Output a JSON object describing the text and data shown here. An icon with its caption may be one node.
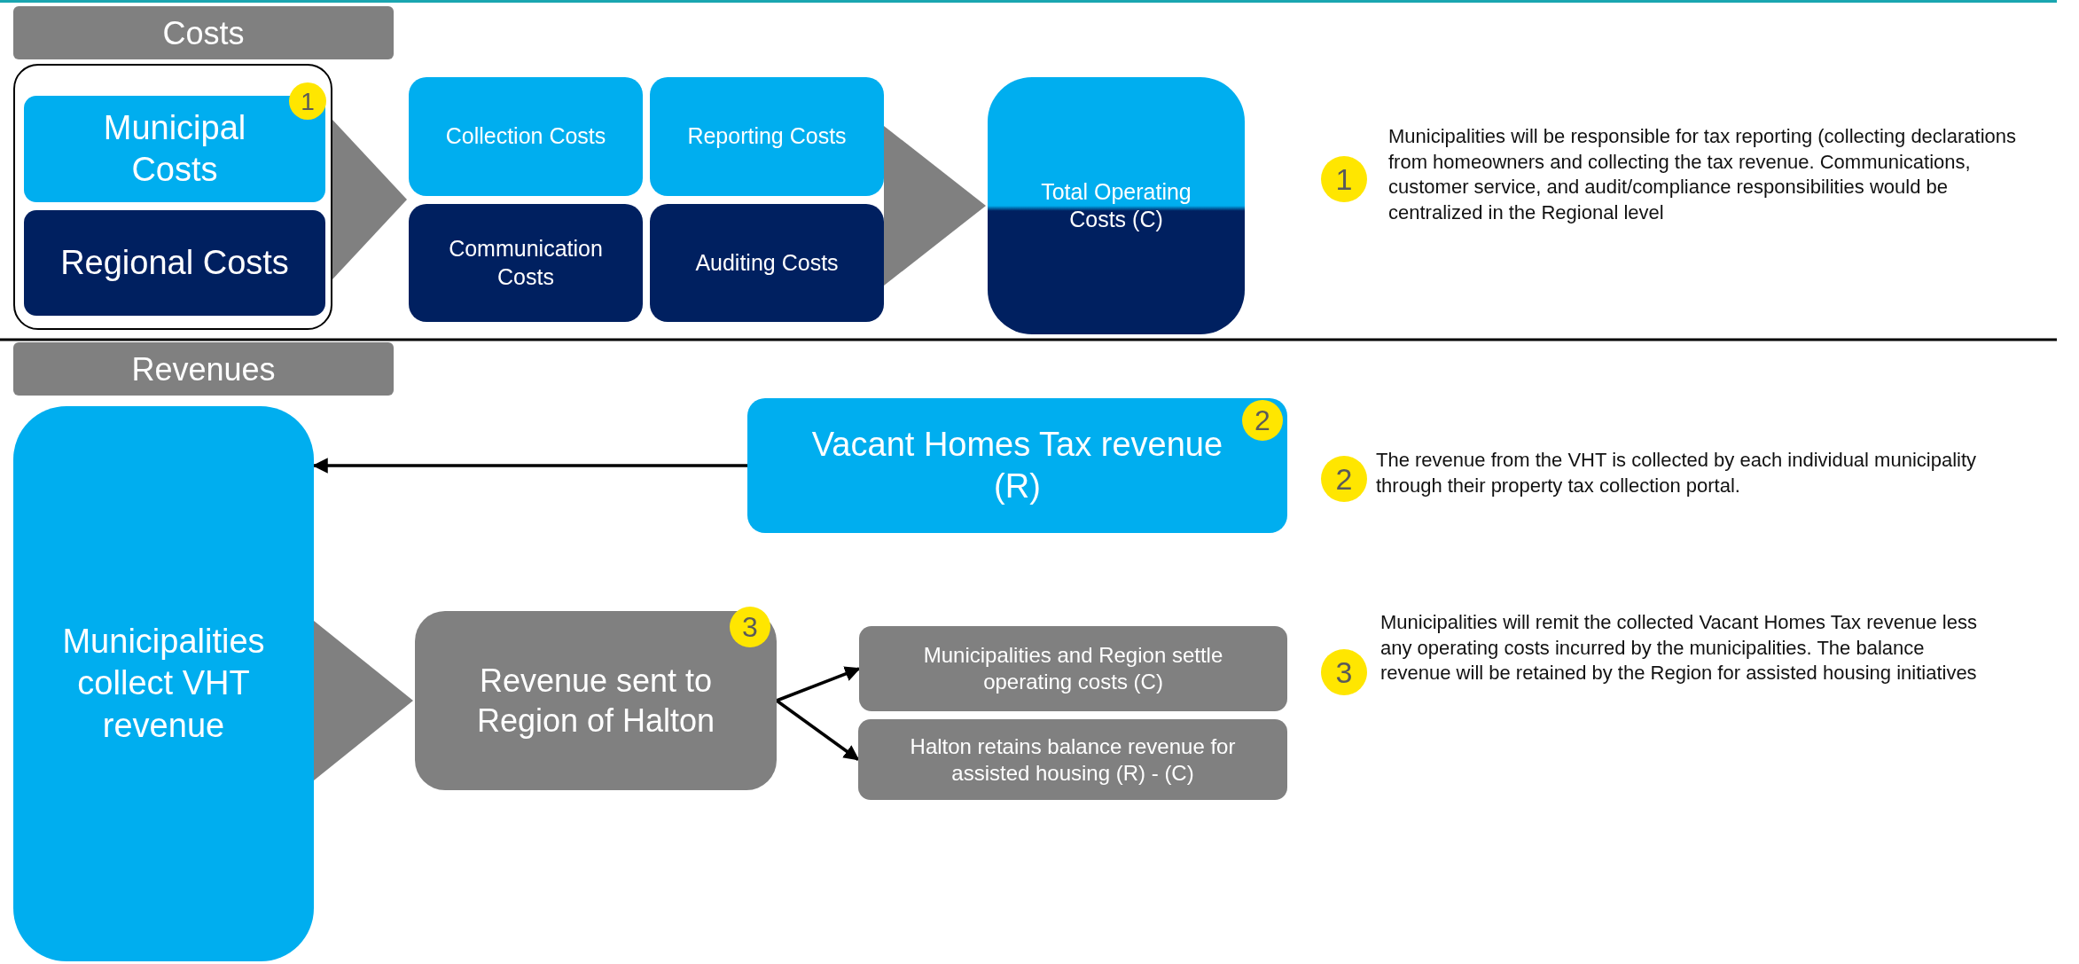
{
  "diagram": {
    "nodes": [
      {
        "text": [
          "Costs"
        ]
      },
      {
        "text": [],
        "shape": "box"
      },
      {
        "text": [
          "Municipal Costs"
        ],
        "in": 1
      },
      {
        "text": [
          "1"
        ],
        "in": 1
      },
      {
        "text": [
          "Regional Costs"
        ],
        "in": 1
      },
      {
        "text": [
          "Collection Costs"
        ]
      },
      {
        "text": [
          "Reporting Costs"
        ]
      },
      {
        "text": [
          "Communication Costs"
        ]
      },
      {
        "text": [
          "Auditing Costs"
        ]
      },
      {
        "text": [
          "Total Operating Costs (C)"
        ]
      },
      {
        "text": [
          "1"
        ],
        "beside": [
          "Municipalities will be responsible for tax reporting (collecting declarations from homeowners and collecting the tax revenue. Communications, customer service, and audit/compliance responsibilities would be centralized in the Regional level"
        ]
      },
      {
        "text": [
          "Revenues"
        ]
      },
      {
        "text": [
          "Municipalities collect VHT revenue"
        ]
      },
      {
        "text": [
          "Vacant Homes Tax revenue (R)"
        ]
      },
      {
        "text": [
          "2"
        ],
        "in": 13
      },
      {
        "text": [
          "2"
        ],
        "beside": [
          "The revenue from the VHT is collected by each individual municipality through their property tax collection portal."
        ]
      },
      {
        "text": [
          "Revenue sent to Region of Halton"
        ]
      },
      {
        "text": [
          "3"
        ]
      },
      {
        "text": [
          "Municipalities and Region settle operating costs (C)"
        ]
      },
      {
        "text": [
          "Halton retains balance revenue for assisted housing (R) - (C)"
        ]
      },
      {
        "text": [
          "3"
        ],
        "beside": [
          "Municipalities will remit the collected Vacant Homes Tax revenue less any operating costs incurred by the municipalities. The balance revenue will be retained by the Region for assisted housing initiatives"
        ]
      }
    ],
    "edges": [
      {
        "from": 1,
        "to": 5,
        "arrow": "to",
        "style": "thick",
        "color": "#808080"
      },
      {
        "from": 1,
        "to": 7,
        "arrow": "to",
        "style": "thick",
        "color": "#808080"
      },
      {
        "from": 6,
        "to": 9,
        "arrow": "to",
        "style": "thick",
        "color": "#808080"
      },
      {
        "from": 8,
        "to": 9,
        "arrow": "to",
        "style": "thick",
        "color": "#808080"
      },
      {
        "from": 13,
        "to": 12,
        "arrow": "to"
      },
      {
        "from": 12,
        "to": 16,
        "arrow": "to",
        "style": "thick",
        "color": "#808080"
      },
      {
        "from": 16,
        "to": 18,
        "arrow": "to"
      },
      {
        "from": 16,
        "to": 19,
        "arrow": "to"
      }
    ]
  }
}
